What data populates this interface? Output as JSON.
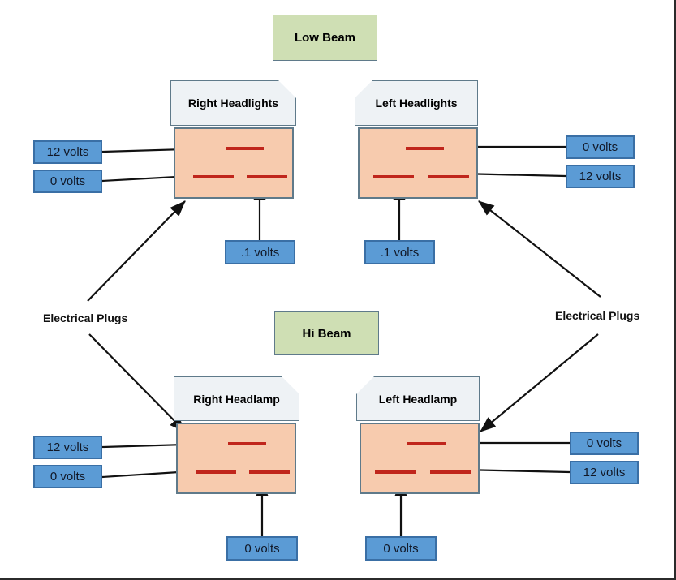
{
  "diagram": {
    "title_low": "Low Beam",
    "title_hi": "Hi Beam",
    "plug_label_left": "Electrical Plugs",
    "plug_label_right": "Electrical Plugs",
    "colors": {
      "beam_fill": "#cfdfb4",
      "beam_border": "#5f7a8a",
      "volt_fill": "#5b9bd5",
      "volt_border": "#3a6fa5",
      "housing_fill": "#f7cbae",
      "housing_border": "#5f7a8a",
      "plate_fill": "#eef2f5",
      "filament": "#c0261c",
      "arrow": "#111111",
      "page_border": "#2b2b2b"
    }
  },
  "low_beam": {
    "right_lamp": {
      "plate": "Right Headlights",
      "voltage_top_left": "12 volts",
      "voltage_bottom_left": "0 volts",
      "voltage_below": ".1 volts"
    },
    "left_lamp": {
      "plate": "Left Headlights",
      "voltage_top_right": "0 volts",
      "voltage_bottom_right": "12 volts",
      "voltage_below": ".1 volts"
    }
  },
  "hi_beam": {
    "right_lamp": {
      "plate": "Right Headlamp",
      "voltage_top_left": "12 volts",
      "voltage_bottom_left": "0 volts",
      "voltage_below": "0 volts"
    },
    "left_lamp": {
      "plate": "Left Headlamp",
      "voltage_top_right": "0 volts",
      "voltage_bottom_right": "12 volts",
      "voltage_below": "0 volts"
    }
  }
}
